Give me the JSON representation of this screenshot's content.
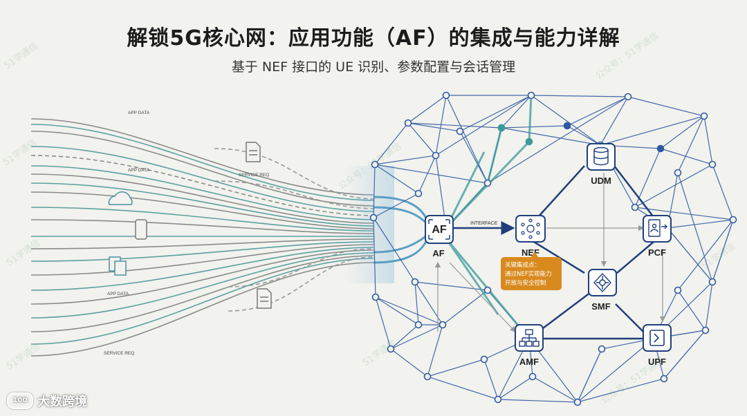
{
  "header": {
    "title": "解锁5G核心网：应用功能（AF）的集成与能力详解",
    "subtitle": "基于 NEF 接口的 UE 识别、参数配置与会话管理"
  },
  "flow_labels": {
    "app_data_1": "APP DATA",
    "app_data_2": "APP DATA",
    "service_req_1": "SERVICE REQ",
    "app_data_3": "APP DATA",
    "service_req_2": "SERVICE REQ",
    "interface": "INTERFACE"
  },
  "nodes": {
    "af": "AF",
    "af_icon_text": "AF",
    "nef": "NEF",
    "udm": "UDM",
    "pcf": "PCF",
    "smf": "SMF",
    "amf": "AMF",
    "upf": "UPF"
  },
  "callout": {
    "line1": "关键集成点：",
    "line2": "通过NEF实现能力",
    "line3": "开放与安全控制"
  },
  "watermarks": {
    "w1": "51学通信",
    "w2": "公众号：51学通信"
  },
  "brand": {
    "name": "大数跨境"
  },
  "colors": {
    "mesh": "#2d5aa0",
    "teal": "#3a9a9a",
    "callout": "#d98a1e",
    "lines_gray": "#8a8a8a"
  }
}
